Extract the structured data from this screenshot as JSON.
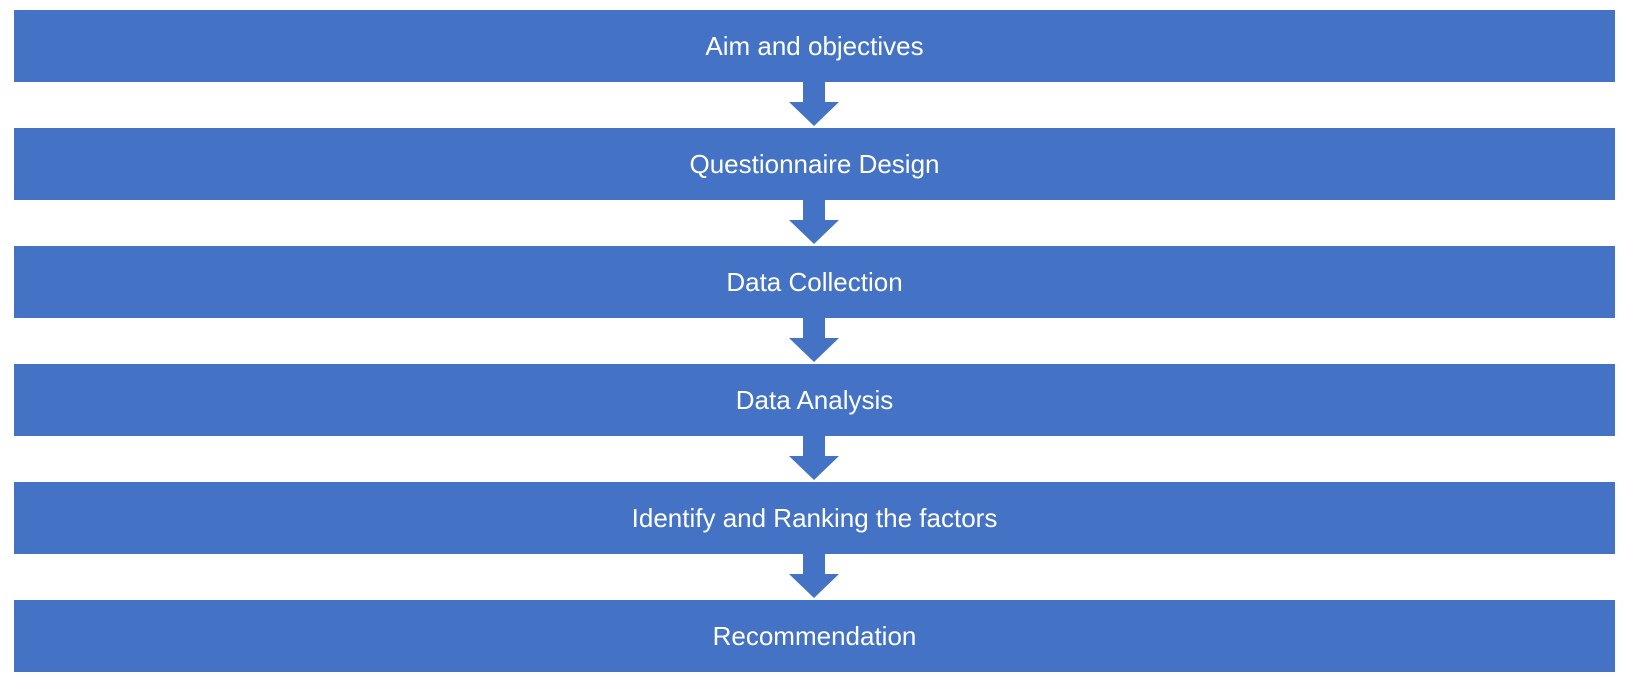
{
  "flow": {
    "steps": [
      {
        "label": "Aim and objectives"
      },
      {
        "label": "Questionnaire Design"
      },
      {
        "label": "Data Collection"
      },
      {
        "label": "Data Analysis"
      },
      {
        "label": "Identify and Ranking the factors"
      },
      {
        "label": "Recommendation"
      }
    ]
  },
  "colors": {
    "box_fill": "#4472C4",
    "text": "#FFFFFF",
    "arrow_fill": "#4472C4",
    "background": "#FFFFFF"
  },
  "icons": {
    "connector": "down-arrow-icon"
  }
}
